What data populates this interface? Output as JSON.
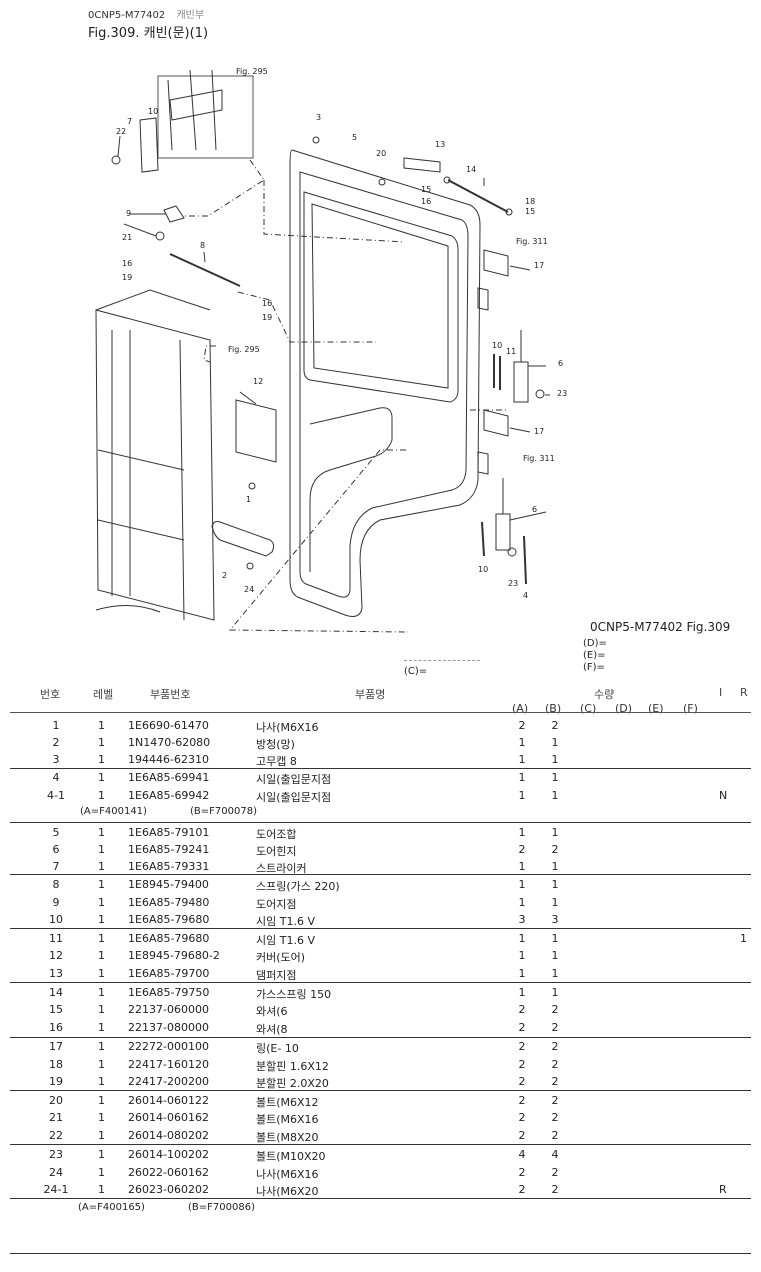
{
  "header": {
    "code": "0CNP5-M77402",
    "code_suffix": "캐빈부",
    "title": "Fig.309.  캐빈(문)(1)"
  },
  "diagram": {
    "callouts": [
      "1",
      "2",
      "3",
      "4",
      "5",
      "6",
      "6",
      "7",
      "8",
      "9",
      "10",
      "10",
      "10",
      "11",
      "12",
      "13",
      "14",
      "15",
      "15",
      "16",
      "16",
      "16",
      "17",
      "17",
      "18",
      "19",
      "19",
      "20",
      "21",
      "22",
      "23",
      "23",
      "24"
    ],
    "fig_refs": [
      "Fig. 295",
      "Fig. 295",
      "Fig. 311",
      "Fig. 311"
    ]
  },
  "figure_code": "0CNP5-M77402    Fig.309",
  "notes": [
    "(D)=",
    "(E)=",
    "(F)="
  ],
  "c_note": "(C)=",
  "table": {
    "headers": {
      "no": "번호",
      "level": "레벨",
      "part_no": "부품번호",
      "name": "부품명",
      "qty": "수량",
      "i": "I",
      "r": "R"
    },
    "qty_cols": [
      "(A)",
      "(B)",
      "(C)",
      "(D)",
      "(E)",
      "(F)"
    ],
    "rows": [
      {
        "no": "1",
        "lvl": "1",
        "pn": "1E6690-61470",
        "name": "나사(M6X16",
        "a": "2",
        "b": "2",
        "r1": "",
        "r2": ""
      },
      {
        "no": "2",
        "lvl": "1",
        "pn": "1N1470-62080",
        "name": "방청(망)",
        "a": "1",
        "b": "1",
        "r1": "",
        "r2": ""
      },
      {
        "no": "3",
        "lvl": "1",
        "pn": "194446-62310",
        "name": "고무캡 8",
        "a": "1",
        "b": "1",
        "r1": "",
        "r2": ""
      },
      {
        "no": "4",
        "lvl": "1",
        "pn": "1E6A85-69941",
        "name": "시일(출입문지점",
        "a": "1",
        "b": "1",
        "r1": "",
        "r2": ""
      },
      {
        "no": "4-1",
        "lvl": "1",
        "pn": "1E6A85-69942",
        "name": "시일(출입문지점",
        "a": "1",
        "b": "1",
        "r1": "N",
        "r2": ""
      },
      {
        "no": "5",
        "lvl": "1",
        "pn": "1E6A85-79101",
        "name": "도어조합",
        "a": "1",
        "b": "1",
        "r1": "",
        "r2": ""
      },
      {
        "no": "6",
        "lvl": "1",
        "pn": "1E6A85-79241",
        "name": "도어힌지",
        "a": "2",
        "b": "2",
        "r1": "",
        "r2": ""
      },
      {
        "no": "7",
        "lvl": "1",
        "pn": "1E6A85-79331",
        "name": "스트라이커",
        "a": "1",
        "b": "1",
        "r1": "",
        "r2": ""
      },
      {
        "no": "8",
        "lvl": "1",
        "pn": "1E8945-79400",
        "name": "스프링(가스 220)",
        "a": "1",
        "b": "1",
        "r1": "",
        "r2": ""
      },
      {
        "no": "9",
        "lvl": "1",
        "pn": "1E6A85-79480",
        "name": "도어지점",
        "a": "1",
        "b": "1",
        "r1": "",
        "r2": ""
      },
      {
        "no": "10",
        "lvl": "1",
        "pn": "1E6A85-79680",
        "name": "시임 T1.6 V",
        "a": "3",
        "b": "3",
        "r1": "",
        "r2": ""
      },
      {
        "no": "11",
        "lvl": "1",
        "pn": "1E6A85-79680",
        "name": "시임 T1.6 V",
        "a": "1",
        "b": "1",
        "r1": "",
        "r2": "1"
      },
      {
        "no": "12",
        "lvl": "1",
        "pn": "1E8945-79680-2",
        "name": "커버(도어)",
        "a": "1",
        "b": "1",
        "r1": "",
        "r2": ""
      },
      {
        "no": "13",
        "lvl": "1",
        "pn": "1E6A85-79700",
        "name": "댐퍼지점",
        "a": "1",
        "b": "1",
        "r1": "",
        "r2": ""
      },
      {
        "no": "14",
        "lvl": "1",
        "pn": "1E6A85-79750",
        "name": "가스스프링 150",
        "a": "1",
        "b": "1",
        "r1": "",
        "r2": ""
      },
      {
        "no": "15",
        "lvl": "1",
        "pn": "22137-060000",
        "name": "와셔(6",
        "a": "2",
        "b": "2",
        "r1": "",
        "r2": ""
      },
      {
        "no": "16",
        "lvl": "1",
        "pn": "22137-080000",
        "name": "와셔(8",
        "a": "2",
        "b": "2",
        "r1": "",
        "r2": ""
      },
      {
        "no": "17",
        "lvl": "1",
        "pn": "22272-000100",
        "name": "링(E- 10",
        "a": "2",
        "b": "2",
        "r1": "",
        "r2": ""
      },
      {
        "no": "18",
        "lvl": "1",
        "pn": "22417-160120",
        "name": "분할핀 1.6X12",
        "a": "2",
        "b": "2",
        "r1": "",
        "r2": ""
      },
      {
        "no": "19",
        "lvl": "1",
        "pn": "22417-200200",
        "name": "분할핀 2.0X20",
        "a": "2",
        "b": "2",
        "r1": "",
        "r2": ""
      },
      {
        "no": "20",
        "lvl": "1",
        "pn": "26014-060122",
        "name": "볼트(M6X12",
        "a": "2",
        "b": "2",
        "r1": "",
        "r2": ""
      },
      {
        "no": "21",
        "lvl": "1",
        "pn": "26014-060162",
        "name": "볼트(M6X16",
        "a": "2",
        "b": "2",
        "r1": "",
        "r2": ""
      },
      {
        "no": "22",
        "lvl": "1",
        "pn": "26014-080202",
        "name": "볼트(M8X20",
        "a": "2",
        "b": "2",
        "r1": "",
        "r2": ""
      },
      {
        "no": "23",
        "lvl": "1",
        "pn": "26014-100202",
        "name": "볼트(M10X20",
        "a": "4",
        "b": "4",
        "r1": "",
        "r2": ""
      },
      {
        "no": "24",
        "lvl": "1",
        "pn": "26022-060162",
        "name": "나사(M6X16",
        "a": "2",
        "b": "2",
        "r1": "",
        "r2": ""
      },
      {
        "no": "24-1",
        "lvl": "1",
        "pn": "26023-060202",
        "name": "나사(M6X20",
        "a": "2",
        "b": "2",
        "r1": "R",
        "r2": ""
      }
    ],
    "serial_notes": {
      "row4": [
        "(A=F400141)",
        "(B=F700078)"
      ],
      "row24": [
        "(A=F400165)",
        "(B=F700086)"
      ]
    }
  }
}
